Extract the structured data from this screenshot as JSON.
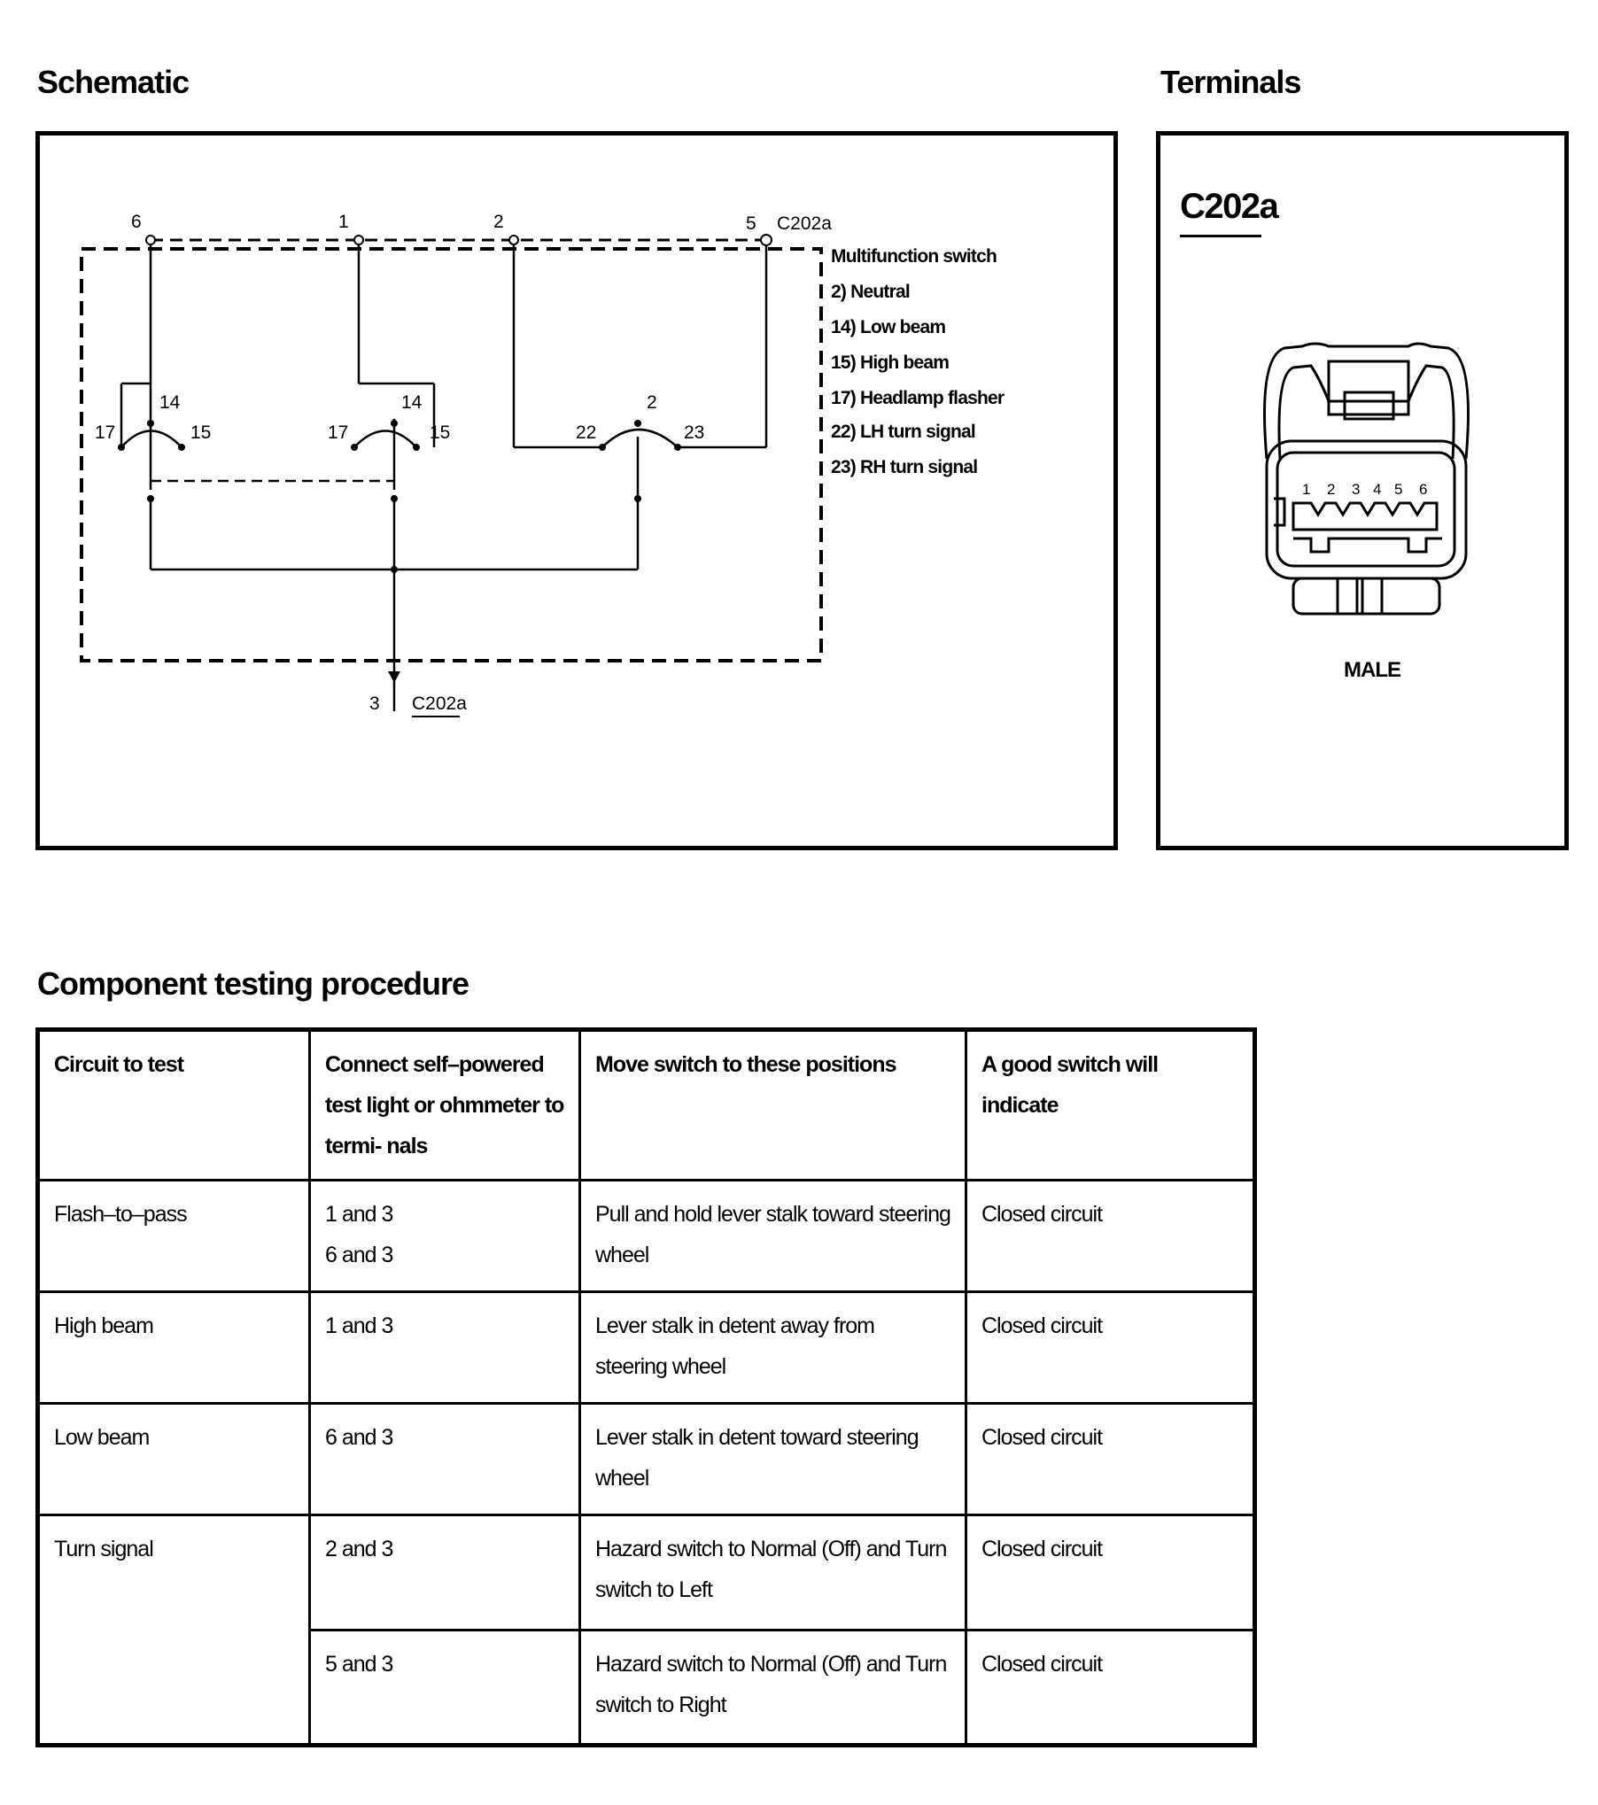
{
  "headings": {
    "schematic": "Schematic",
    "terminals": "Terminals",
    "procedure": "Component testing procedure"
  },
  "schematic": {
    "connector_label": "C202a",
    "pins": {
      "p6": "6",
      "p1": "1",
      "p2": "2",
      "p5": "5",
      "p3": "3"
    },
    "switch_labels": {
      "a": "17",
      "b": "14",
      "c": "15",
      "d": "22",
      "e": "2",
      "f": "23"
    },
    "legend": [
      "Multifunction switch",
      "2)   Neutral",
      "14) Low beam",
      "15) High beam",
      "17) Headlamp flasher",
      "22) LH turn signal",
      "23) RH turn signal"
    ]
  },
  "terminals": {
    "connector_title": "C202a",
    "pin_numbers": [
      "1",
      "2",
      "3",
      "4",
      "5",
      "6"
    ],
    "gender": "MALE"
  },
  "table": {
    "headers": [
      "Circuit to test",
      "Connect self–powered test light or ohmmeter to termi- nals",
      "Move switch to these positions",
      "A good switch will indicate"
    ],
    "rows": [
      {
        "circuit": "Flash–to–pass",
        "terminals": [
          "1 and 3",
          "6 and 3"
        ],
        "positions": "Pull and hold lever stalk toward steering wheel",
        "indicate": "Closed circuit"
      },
      {
        "circuit": "High beam",
        "terminals": [
          "1 and 3"
        ],
        "positions": "Lever stalk in detent away from steering wheel",
        "indicate": "Closed circuit"
      },
      {
        "circuit": "Low beam",
        "terminals": [
          "6 and 3"
        ],
        "positions": "Lever stalk in detent toward steering wheel",
        "indicate": "Closed circuit"
      },
      {
        "circuit": "Turn signal",
        "terminals": [
          "2 and 3"
        ],
        "positions": "Hazard switch to Normal (Off) and Turn switch to Left",
        "indicate": "Closed circuit"
      },
      {
        "terminals": [
          "5 and 3"
        ],
        "positions": "Hazard switch to Normal (Off) and Turn switch to Right",
        "indicate": "Closed circuit"
      }
    ]
  }
}
